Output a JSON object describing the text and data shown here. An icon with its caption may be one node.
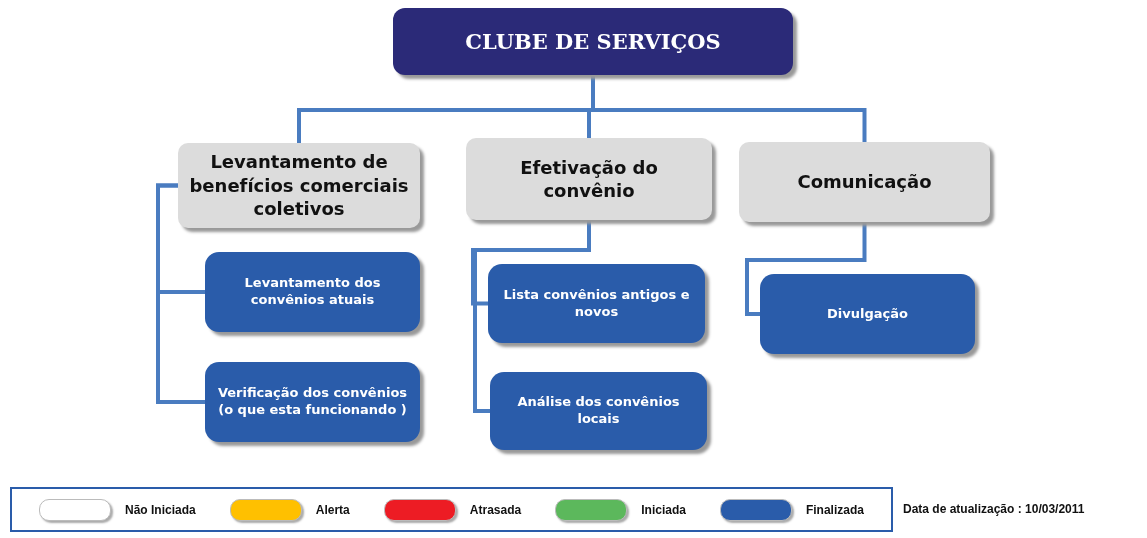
{
  "diagram": {
    "nodes": [
      {
        "text": [
          "CLUBE DE SERVIÇOS"
        ]
      },
      {
        "text": [
          "Levantamento de benefícios comerciais coletivos"
        ]
      },
      {
        "text": [
          "Efetivação do convênio"
        ]
      },
      {
        "text": [
          "Comunicação"
        ]
      },
      {
        "text": [
          "Levantamento dos convênios atuais"
        ]
      },
      {
        "text": [
          "Verificação dos convênios (o que esta funcionando )"
        ]
      },
      {
        "text": [
          "Lista convênios antigos e novos"
        ]
      },
      {
        "text": [
          "Análise dos convênios locais"
        ]
      },
      {
        "text": [
          "Divulgação"
        ]
      }
    ],
    "edges": [
      {
        "from": 0,
        "to": 1,
        "arrow": "none"
      },
      {
        "from": 0,
        "to": 2,
        "arrow": "none"
      },
      {
        "from": 0,
        "to": 3,
        "arrow": "none"
      },
      {
        "from": 1,
        "to": 4,
        "arrow": "none"
      },
      {
        "from": 1,
        "to": 5,
        "arrow": "none"
      },
      {
        "from": 2,
        "to": 6,
        "arrow": "none"
      },
      {
        "from": 2,
        "to": 7,
        "arrow": "none"
      },
      {
        "from": 3,
        "to": 8,
        "arrow": "none"
      }
    ],
    "labels": [
      "Data de atualização : 10/03/2011"
    ],
    "legend": [
      {
        "text": "Não Iniciada",
        "color": "#ffffff"
      },
      {
        "text": "Alerta",
        "color": "#ffc000"
      },
      {
        "text": "Atrasada",
        "color": "#ed1c24"
      },
      {
        "text": "Iniciada",
        "color": "#5cb85c"
      },
      {
        "text": "Finalizada",
        "color": "#2a5caa"
      }
    ]
  }
}
